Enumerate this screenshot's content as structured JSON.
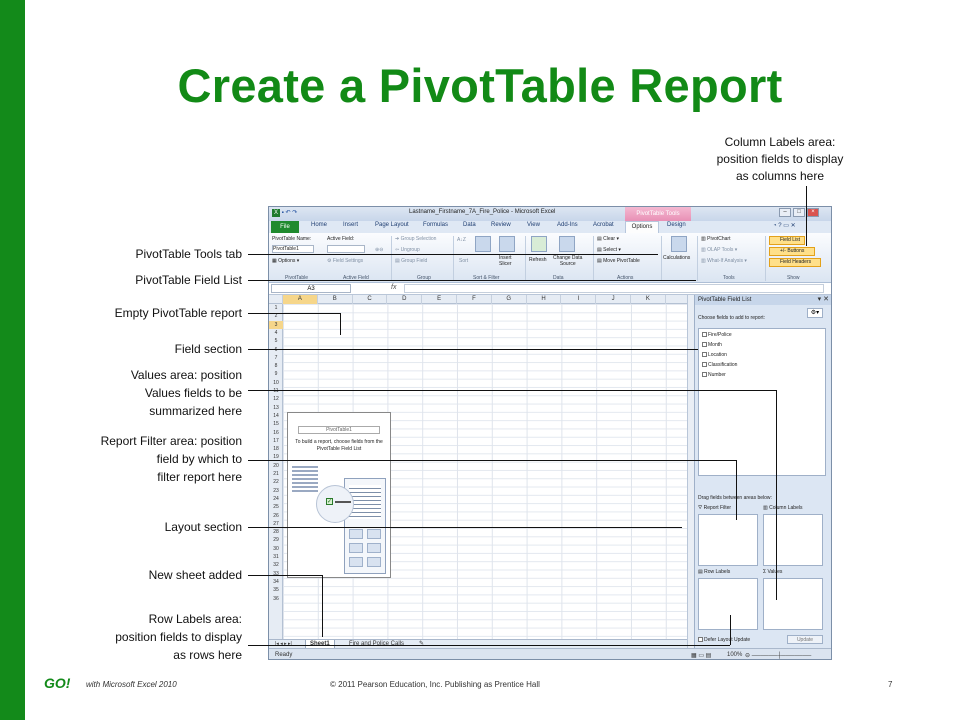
{
  "slide": {
    "title": "Create a PivotTable Report",
    "footer_left": "with Microsoft Excel 2010",
    "footer_center": "© 2011 Pearson Education, Inc. Publishing as Prentice Hall",
    "footer_page": "7",
    "logo": "GO!"
  },
  "callouts": {
    "column_labels": "Column Labels area:\nposition fields to display\nas columns here",
    "tools_tab": "PivotTable Tools tab",
    "field_list": "PivotTable Field List",
    "empty_report": "Empty PivotTable report",
    "field_section": "Field section",
    "values_area": "Values area: position\nValues fields to be\nsummarized here",
    "report_filter": "Report Filter area: position\nfield by which to\nfilter report here",
    "layout_section": "Layout section",
    "new_sheet": "New sheet added",
    "row_labels": "Row Labels area:\nposition fields to display\nas rows here"
  },
  "excel": {
    "window_title": "Lastname_Firstname_7A_Fire_Police - Microsoft Excel",
    "context_tab": "PivotTable Tools",
    "tabs": [
      "File",
      "Home",
      "Insert",
      "Page Layout",
      "Formulas",
      "Data",
      "Review",
      "View",
      "Add-Ins",
      "Acrobat",
      "Options",
      "Design"
    ],
    "ribbon": {
      "pt_name_label": "PivotTable Name:",
      "pt_name_value": "PivotTable1",
      "active_field_label": "Active Field:",
      "options_btn": "Options",
      "field_settings": "Field Settings",
      "group_selection": "Group Selection",
      "ungroup": "Ungroup",
      "group_field": "Group Field",
      "sort": "Sort",
      "insert_slicer": "Insert\nSlicer",
      "refresh": "Refresh",
      "change_data_source": "Change Data\nSource",
      "clear": "Clear",
      "select": "Select",
      "move_pivottable": "Move PivotTable",
      "calculations": "Calculations",
      "pivotchart": "PivotChart",
      "olap_tools": "OLAP Tools",
      "what_if": "What-If Analysis",
      "field_list_btn": "Field List",
      "buttons_btn": "+/- Buttons",
      "field_headers_btn": "Field Headers",
      "groups": [
        "PivotTable",
        "Active Field",
        "Group",
        "Sort & Filter",
        "Data",
        "Actions",
        "Tools",
        "Show"
      ]
    },
    "name_box": "A3",
    "fx_label": "fx",
    "columns": [
      "A",
      "B",
      "C",
      "D",
      "E",
      "F",
      "G",
      "H",
      "I",
      "J",
      "K"
    ],
    "rows": [
      "1",
      "2",
      "3",
      "4",
      "5",
      "6",
      "7",
      "8",
      "9",
      "10",
      "11",
      "12",
      "13",
      "14",
      "15",
      "16",
      "17",
      "18",
      "19",
      "20",
      "21",
      "22",
      "23",
      "24",
      "25",
      "26",
      "27",
      "28",
      "29",
      "30",
      "31",
      "32",
      "33",
      "34",
      "35",
      "36"
    ],
    "pivot_placeholder": {
      "name": "PivotTable1",
      "instructions": "To build a report, choose fields from the PivotTable Field List"
    },
    "sheet_tabs": [
      "Sheet1",
      "Fire and Police Calls"
    ],
    "status_ready": "Ready",
    "zoom": "100%",
    "field_list_pane": {
      "title": "PivotTable Field List",
      "choose_label": "Choose fields to add to report:",
      "fields": [
        "Fire/Police",
        "Month",
        "Location",
        "Classification",
        "Number"
      ],
      "drag_label": "Drag fields between areas below:",
      "report_filter": "Report Filter",
      "column_labels": "Column Labels",
      "row_labels": "Row Labels",
      "values": "Values",
      "defer_update": "Defer Layout Update",
      "update_btn": "Update"
    }
  }
}
